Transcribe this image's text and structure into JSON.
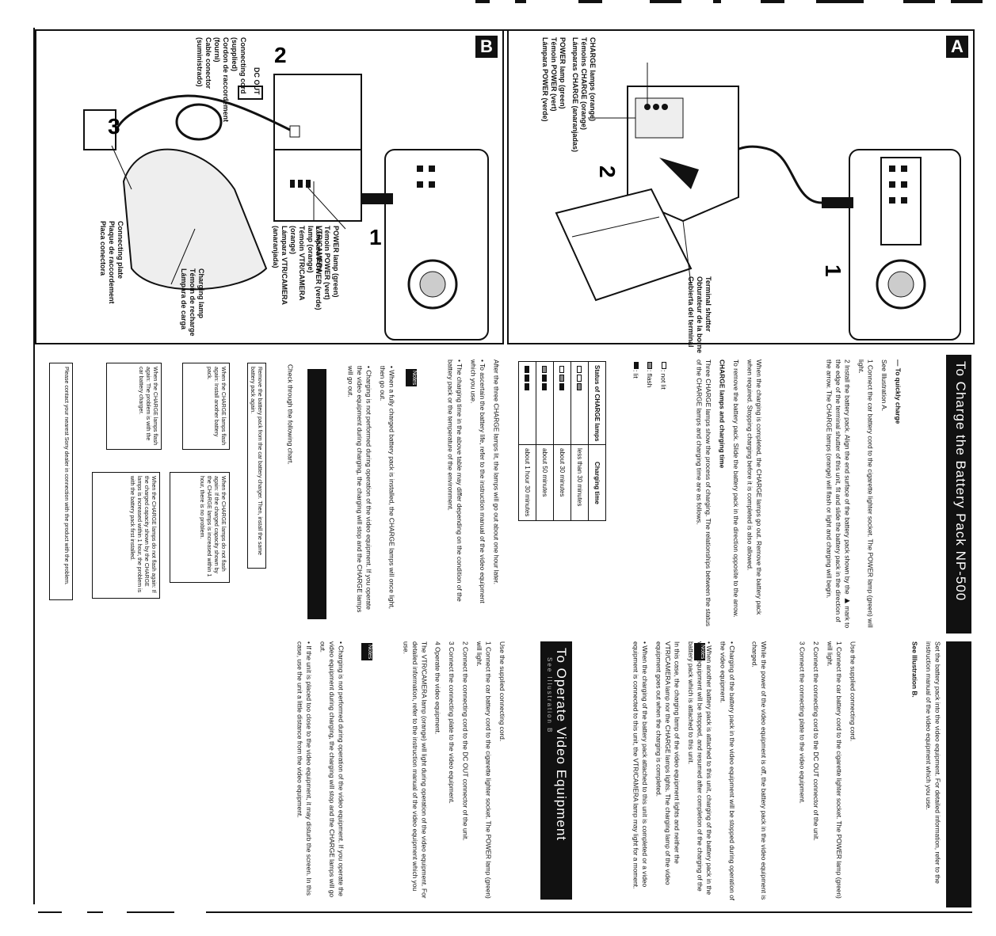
{
  "page": {
    "title_charge": "To Charge the Battery Pack NP-500",
    "title_operate": "To Operate Video Equipment",
    "operate_subtitle": "See Illustration B"
  },
  "panelA": {
    "badge": "A",
    "labels": [
      "POWER lamp (green)",
      "Témoin POWER (vert)",
      "Lámpara POWER (verde)",
      "CHARGE lamps (orange)",
      "Témoins CHARGE (orange)",
      "Lámparas CHARGE (anaranjadas)",
      "Terminal shutter",
      "Obturateur de la borne",
      "Cubierta del terminal"
    ],
    "step_numbers": [
      "1",
      "2"
    ]
  },
  "panelB": {
    "badge": "B",
    "labels": [
      "Connecting cord",
      "(supplied)",
      "Cordon de raccordement",
      "(fourni)",
      "Cable conector",
      "(suministrado)",
      "DC OUT",
      "POWER lamp (green)",
      "Témoin POWER (vert)",
      "Lámpara POWER (verde)",
      "VTR/CAMERA",
      "lamp (orange)",
      "Témoin VTR/CAMERA",
      "(orange)",
      "Lámpara VTR/CAMERA",
      "(anaranjada)",
      "Charging lamp",
      "Témoin de recharge",
      "Lámpara de carga",
      "Connecting plate",
      "Plaque de raccordement",
      "Placa conectora"
    ],
    "step_numbers": [
      "1",
      "2",
      "3"
    ]
  },
  "charge_section": {
    "quick_heading": "— To quickly charge",
    "see_illustration": "See Illustration A.",
    "steps": [
      "1 Connect the car battery cord to the cigarette lighter socket. The POWER lamp (green) will light.",
      "2 Install the battery pack. Align the end surface of the battery pack shown by the ▶ mark to the edge of the terminal shutter of this unit, fit and slide the battery pack in the direction of the arrow. The CHARGE lamps (orange) will flash or light and charging will begin."
    ],
    "paragraphs": [
      "When the charging is completed, the CHARGE lamps go out. Remove the battery pack when required. Stopping charging before it is completed is also allowed.",
      "To remove the battery pack. Slide the battery pack in the direction opposite to the arrow.",
      "CHARGE lamps and charging time",
      "Three CHARGE lamps show the process of charging. The relationships between the status of the CHARGE lamps and charging time are as follows."
    ],
    "table": {
      "headers": [
        "Status of CHARGE lamps",
        "Charging time"
      ],
      "rows": [
        {
          "lamps": [
            0,
            0,
            2
          ],
          "time": "less than 30 minutes"
        },
        {
          "lamps": [
            0,
            2,
            1
          ],
          "time": "about 30 minutes"
        },
        {
          "lamps": [
            2,
            1,
            1
          ],
          "time": "about 50 minutes"
        },
        {
          "lamps": [
            1,
            1,
            1
          ],
          "time": "about 1 hour 30 minutes"
        }
      ],
      "legend": [
        ": not lit",
        ": flash",
        ": lit"
      ]
    },
    "after": "After the three CHARGE lamps lit, the lamps will go out about one hour later.",
    "bullets": [
      "• To ascertain the battery life, refer to the instruction manual of the video equipment which you use.",
      "• The charging time in the above table may differ depending on the condition of the battery pack or the temperature of the environment."
    ],
    "notes_label": "Notes",
    "notes": [
      "• When a fully charged battery pack is installed, the CHARGE lamps will once light, then go out.",
      "• Charging is not performed during operation of the video equipment. If you operate the video equipment during charging, the charging will stop and the CHARGE lamps will go out."
    ],
    "check_chart": "Check through the following chart."
  },
  "flowchart": {
    "top": "Remove the battery pack from the car battery charger. Then, install the same battery pack again.",
    "left_flash": "When the CHARGE lamps flash again: Install another battery pack.",
    "right_no_flash": "When the CHARGE lamps do not flash again: If the charged capacity shown by the CHARGE lamps is increased within 1 hour, there is no problem.",
    "left2": "When the CHARGE lamps flash again: The problem is with the car battery charger.",
    "right2": "When the CHARGE lamps do not flash again: If the charged capacity shown by the CHARGE lamps is increased within 1 hour, the problem is with the battery pack first installed.",
    "bottom": "Please contact your nearest Sony dealer in connection with the product with the problem."
  },
  "right_column": {
    "intro": "Set the battery pack into the video equipment. For detailed information, refer to the instruction manual of the video equipment which you use.",
    "see_illustration": "See Illustration B.",
    "use_cord": "Use the supplied connecting cord.",
    "steps": [
      "1 Connect the car battery cord to the cigarette lighter socket. The POWER lamp (green) will light.",
      "2 Connect the connecting cord to the DC OUT connector of the unit.",
      "3 Connect the connecting plate to the video equipment."
    ],
    "para": "While the power of the video equipment is off, the battery pack in the video equipment is charged.",
    "notes_label": "Notes",
    "notes": [
      "• Charging of the battery pack in the video equipment will be stopped during operation of the video equipment.",
      "• When another battery pack is attached to this unit, charging of the battery pack in the video equipment will be stopped, and resumed after completion of the charging of the battery pack which is attached to this unit.",
      "In this case, the charging lamp of the video equipment lights and neither the VTR/CAMERA lamp nor the CHARGE lamps lights. The charging lamp of the video equipment goes out when the charging is completed.",
      "• When the charging of the battery pack attached to this unit is completed or a video equipment is connected to this unit, the VTR/CAMERA lamp may light for a moment."
    ]
  },
  "operate_section": {
    "use_cord": "Use the supplied connecting cord.",
    "steps": [
      "1 Connect the car battery cord to the cigarette lighter socket. The POWER lamp (green) will light.",
      "2 Connect the connecting cord to the DC OUT connector of the unit.",
      "3 Connect the connecting plate to the video equipment.",
      "4 Operate the video equipment."
    ],
    "para": "The VTR/CAMERA lamp (orange) will light during operation of the video equipment. For detailed information, refer to the instruction manual of the video equipment which you use.",
    "notes_label": "Notes",
    "notes": [
      "• Charging is not performed during operation of the video equipment. If you operate the video equipment during charging, the charging will stop and the CHARGE lamps will go out.",
      "• If the unit is placed too close to the video equipment, it may disturb the screen. In this case, use the unit a little distance from the video equipment."
    ]
  }
}
